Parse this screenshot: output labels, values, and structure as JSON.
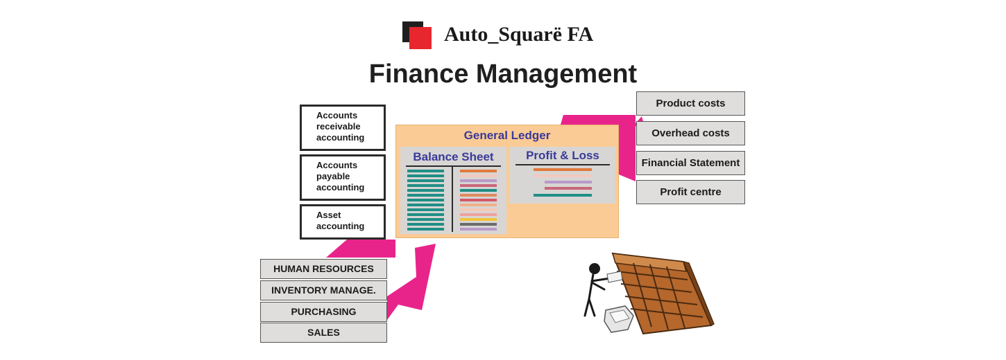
{
  "brand": {
    "name": "Auto_Squarë FA"
  },
  "title": "Finance Management",
  "modules": [
    "Accounts receivable accounting",
    "Accounts payable accounting",
    "Asset accounting"
  ],
  "modules_lines": [
    [
      "Accounts",
      "receivable",
      "accounting"
    ],
    [
      "Accounts",
      "payable",
      "accounting"
    ],
    [
      "Asset",
      "accounting"
    ]
  ],
  "ledger": {
    "title": "General Ledger",
    "balance_sheet": "Balance Sheet",
    "profit_loss": "Profit & Loss"
  },
  "outputs": [
    "Product costs",
    "Overhead costs",
    "Financial Statement",
    "Profit centre"
  ],
  "sources": [
    "HUMAN RESOURCES",
    "INVENTORY MANAGE.",
    "PURCHASING",
    "SALES"
  ],
  "colors": {
    "arrow": "#e8248b",
    "ledger_bg": "#fbcb95",
    "ledger_title": "#3a3a98",
    "logo_red": "#e8262d",
    "logo_black": "#1f1f1f"
  },
  "icons": [
    "logo-squares-icon",
    "clerk-filing-cabinet-icon"
  ]
}
